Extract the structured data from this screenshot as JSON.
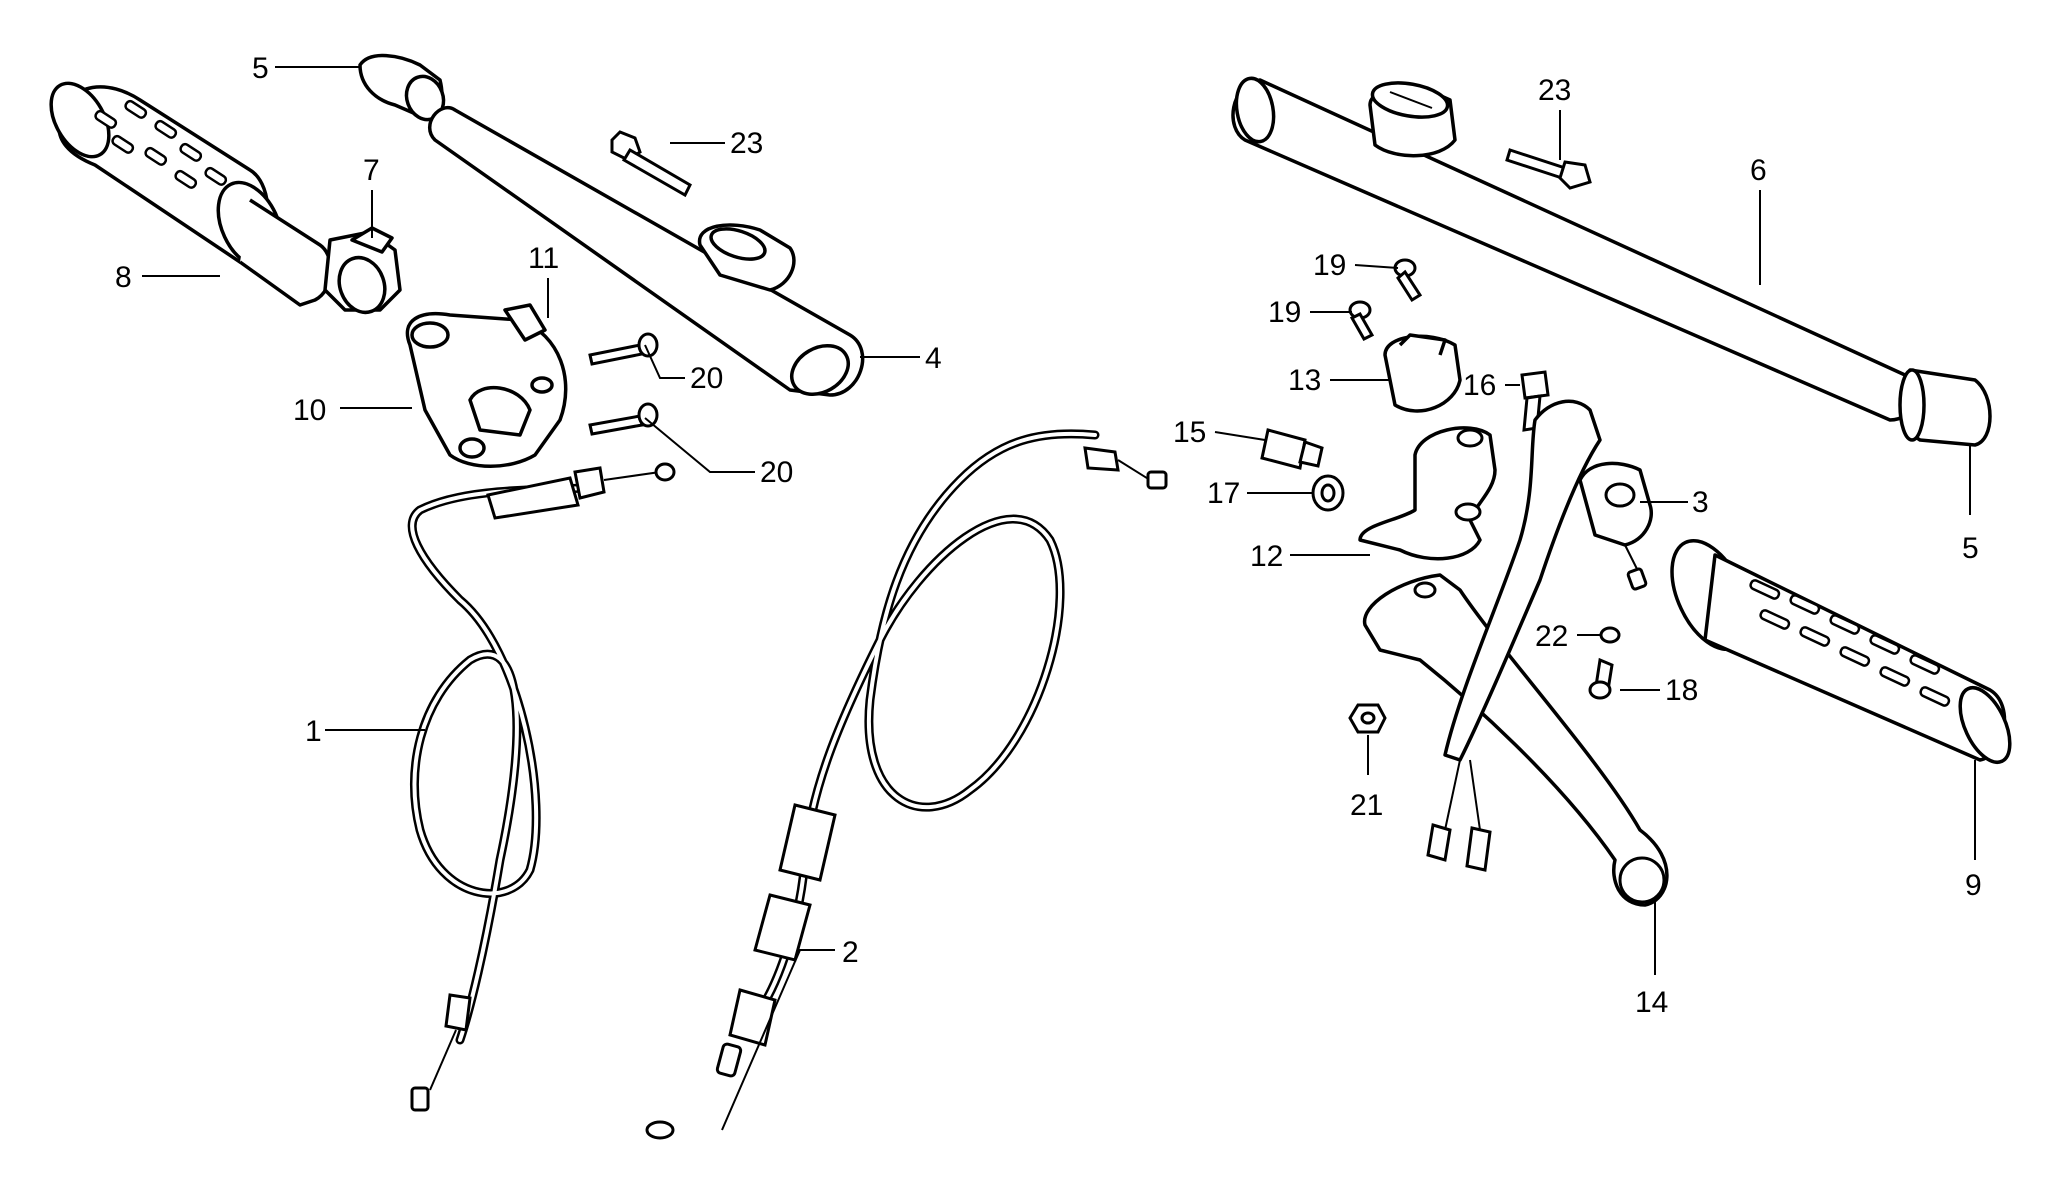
{
  "callouts": [
    {
      "id": "c5a",
      "text": "5"
    },
    {
      "id": "c23a",
      "text": "23"
    },
    {
      "id": "c7",
      "text": "7"
    },
    {
      "id": "c8",
      "text": "8"
    },
    {
      "id": "c11",
      "text": "11"
    },
    {
      "id": "c20a",
      "text": "20"
    },
    {
      "id": "c4",
      "text": "4"
    },
    {
      "id": "c10",
      "text": "10"
    },
    {
      "id": "c20b",
      "text": "20"
    },
    {
      "id": "c1",
      "text": "1"
    },
    {
      "id": "c2",
      "text": "2"
    },
    {
      "id": "c23b",
      "text": "23"
    },
    {
      "id": "c6",
      "text": "6"
    },
    {
      "id": "c19a",
      "text": "19"
    },
    {
      "id": "c19b",
      "text": "19"
    },
    {
      "id": "c13",
      "text": "13"
    },
    {
      "id": "c16",
      "text": "16"
    },
    {
      "id": "c15",
      "text": "15"
    },
    {
      "id": "c17",
      "text": "17"
    },
    {
      "id": "c3",
      "text": "3"
    },
    {
      "id": "c12",
      "text": "12"
    },
    {
      "id": "c5b",
      "text": "5"
    },
    {
      "id": "c22",
      "text": "22"
    },
    {
      "id": "c18",
      "text": "18"
    },
    {
      "id": "c21",
      "text": "21"
    },
    {
      "id": "c9",
      "text": "9"
    },
    {
      "id": "c14",
      "text": "14"
    }
  ]
}
